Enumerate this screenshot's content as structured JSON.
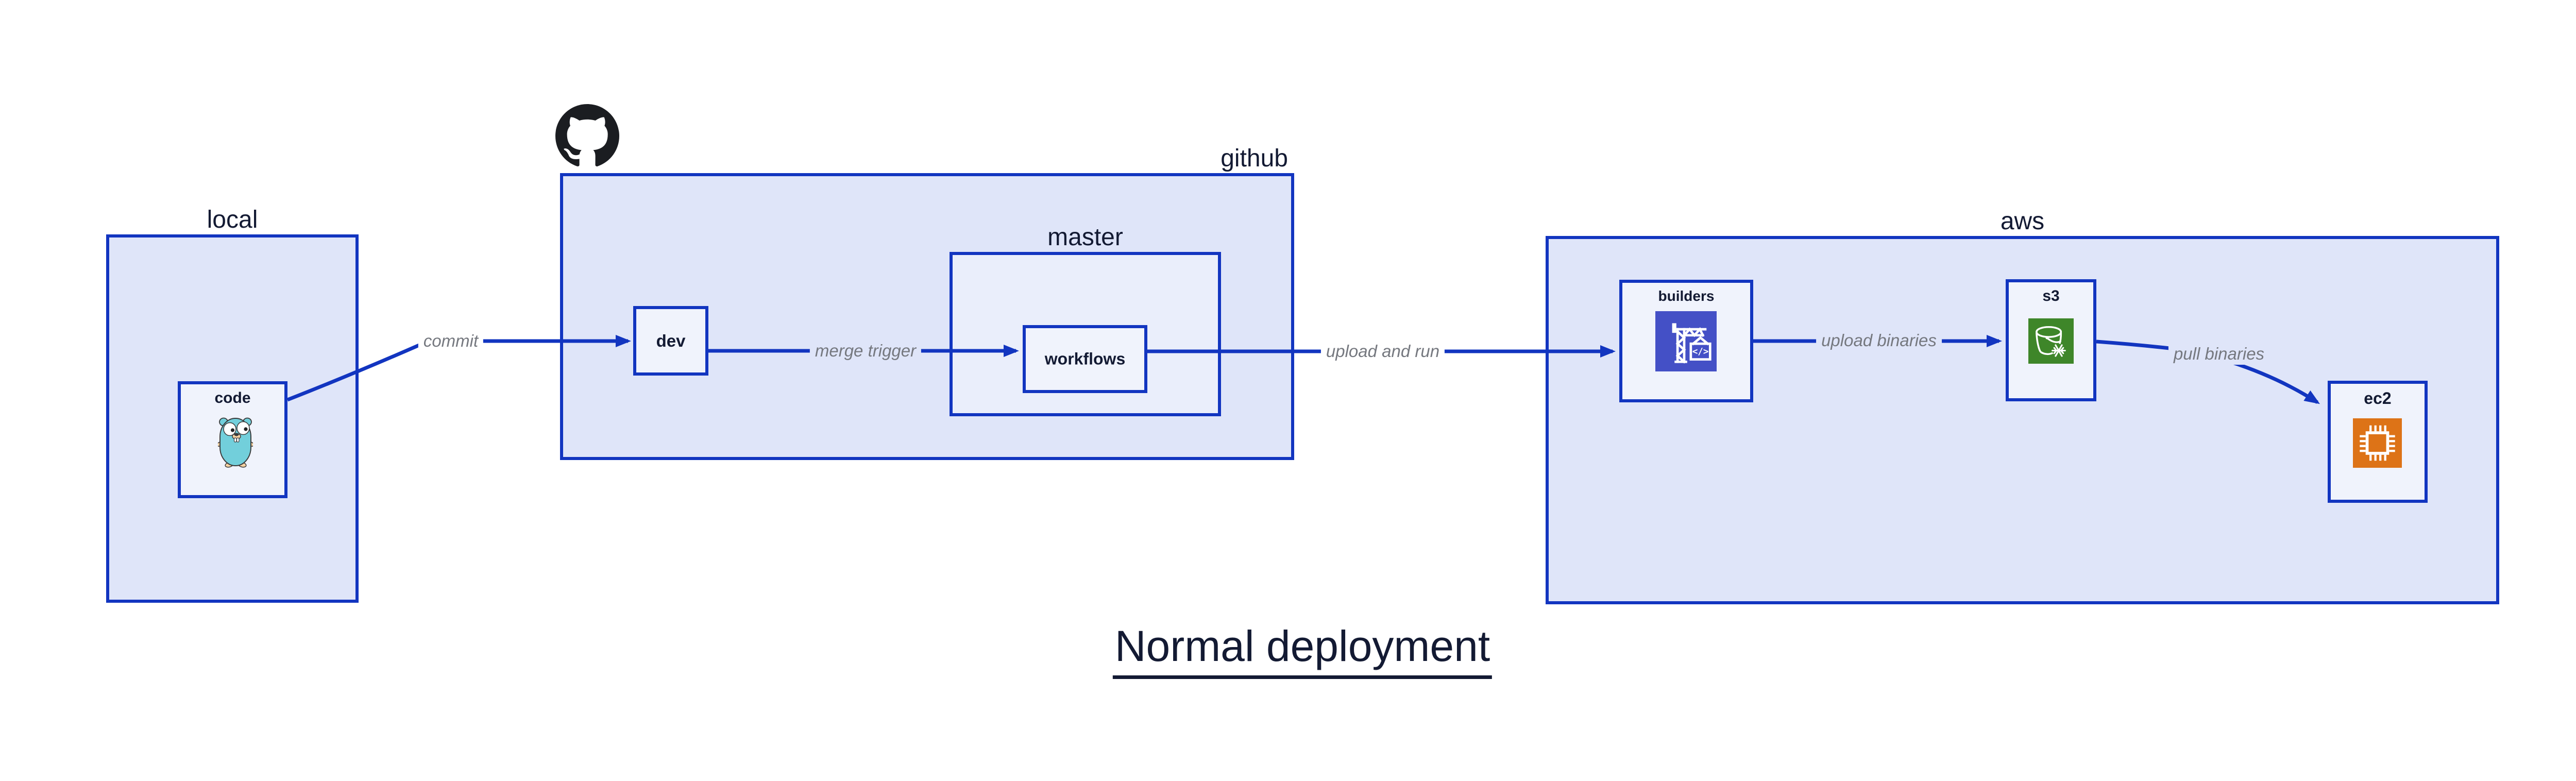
{
  "diagram": {
    "title": "Normal deployment",
    "groups": {
      "local": {
        "label": "local"
      },
      "github": {
        "label": "github"
      },
      "master": {
        "label": "master"
      },
      "aws": {
        "label": "aws"
      }
    },
    "nodes": {
      "code": {
        "label": "code",
        "icon": "go-gopher-icon"
      },
      "dev": {
        "label": "dev"
      },
      "workflows": {
        "label": "workflows"
      },
      "builders": {
        "label": "builders",
        "icon": "codebuild-crane-icon"
      },
      "s3": {
        "label": "s3",
        "icon": "s3-glacier-bucket-icon"
      },
      "ec2": {
        "label": "ec2",
        "icon": "ec2-chip-icon"
      }
    },
    "edges": [
      {
        "label": "commit",
        "from": "code",
        "to": "dev"
      },
      {
        "label": "merge trigger",
        "from": "dev",
        "to": "workflows"
      },
      {
        "label": "upload and run",
        "from": "workflows",
        "to": "builders"
      },
      {
        "label": "upload binaries",
        "from": "builders",
        "to": "s3"
      },
      {
        "label": "pull binaries",
        "from": "s3",
        "to": "ec2"
      }
    ],
    "colors": {
      "stroke_blue": "#1235c0",
      "group_fill": "#dfe5f9",
      "mid_group_fill": "#eaeefb",
      "node_fill": "#f0f3fc",
      "dark_text": "#131a33",
      "edge_label_gray": "#75787f",
      "github_logo_dark": "#1b1d21",
      "builders_icon_bg": "#4450c6",
      "s3_icon_bg": "#3e8629",
      "ec2_icon_bg": "#dd7317",
      "gopher_teal": "#72cfdb",
      "gopher_tan": "#f6d2a2"
    }
  }
}
